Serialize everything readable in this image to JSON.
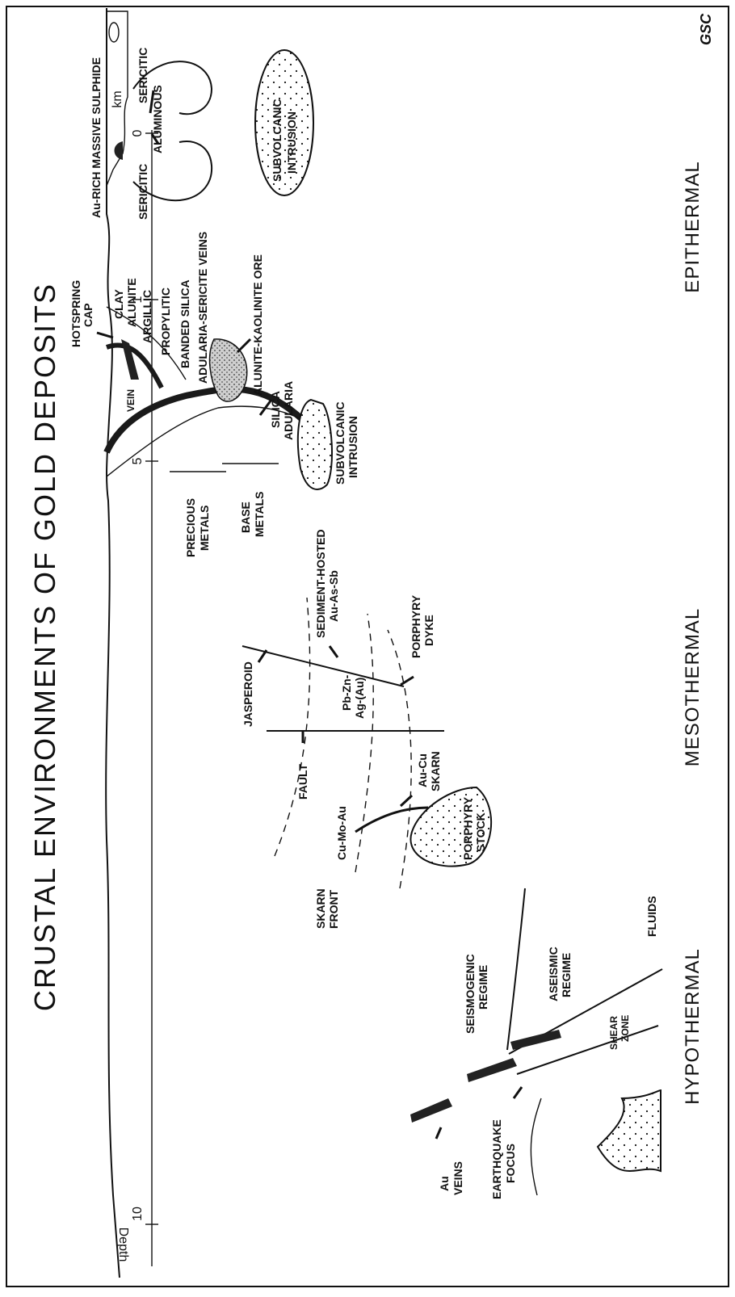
{
  "title": "CRUSTAL ENVIRONMENTS OF GOLD DEPOSITS",
  "credit": "GSC",
  "zones": {
    "epithermal": "EPITHERMAL",
    "mesothermal": "MESOTHERMAL",
    "hypothermal": "HYPOTHERMAL"
  },
  "depth_axis": {
    "unit": "km",
    "label": "Depth",
    "ticks": [
      "0",
      "1",
      "5",
      "10"
    ]
  },
  "epithermal_labels": {
    "au_rich_massive_sulphide": "Au-RICH MASSIVE SULPHIDE",
    "sericitic_1": "SERICITIC",
    "sericitic_2": "SERICITIC",
    "aluminous": "ALUMINOUS",
    "subvolcanic_intrusion_1": [
      "SUBVOLCANIC",
      "INTRUSION"
    ],
    "hotspring_cap": [
      "HOTSPRING",
      "CAP"
    ],
    "clay": "CLAY",
    "alunite": "ALUNITE",
    "argillic": "ARGILLIC",
    "propylitic": "PROPYLITIC",
    "banded_silica": "BANDED SILICA",
    "adularia_sericite_veins": "ADULARIA-SERICITE VEINS",
    "alunite_kaolinite_ore": "ALUNITE-KAOLINITE ORE",
    "vein": "VEIN",
    "silica_adularia": [
      "SILICA",
      "ADULARIA"
    ],
    "subvolcanic_intrusion_2": [
      "SUBVOLCANIC",
      "INTRUSION"
    ],
    "precious_metals": [
      "PRECIOUS",
      "METALS"
    ],
    "base_metals": [
      "BASE",
      "METALS"
    ]
  },
  "mesothermal_labels": {
    "sediment_hosted": [
      "SEDIMENT-HOSTED",
      "Au-As-Sb"
    ],
    "porphyry_dyke": [
      "PORPHYRY",
      "DYKE"
    ],
    "jasperoid": "JASPEROID",
    "pb_zn_ag_au": [
      "Pb-Zn-",
      "Ag-(Au)"
    ],
    "fault": "FAULT",
    "au_cu_skarn": [
      "Au-Cu",
      "SKARN"
    ],
    "cu_mo_au": "Cu-Mo-Au",
    "porphyry_stock": [
      "PORPHYRY",
      "STOCK"
    ],
    "skarn_front": [
      "SKARN",
      "FRONT"
    ]
  },
  "hypothermal_labels": {
    "seismogenic_regime": [
      "SEISMOGENIC",
      "REGIME"
    ],
    "aseismic_regime": [
      "ASEISMIC",
      "REGIME"
    ],
    "fluids": "FLUIDS",
    "shear_zone": [
      "SHEAR",
      "ZONE"
    ],
    "au_veins": [
      "Au",
      "VEINS"
    ],
    "earthquake_focus": [
      "EARTHQUAKE",
      "FOCUS"
    ]
  }
}
